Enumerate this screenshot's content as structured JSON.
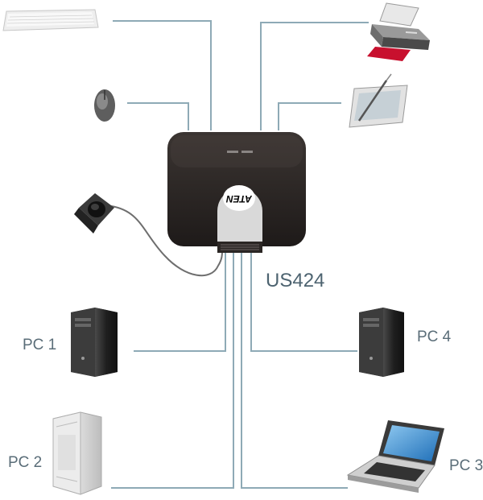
{
  "device": {
    "model_label": "US424",
    "logo_text": "ATEN"
  },
  "computers": {
    "pc1": "PC 1",
    "pc2": "PC 2",
    "pc3": "PC 3",
    "pc4": "PC 4"
  },
  "colors": {
    "cable": "#8eaab6",
    "device_body": "#2b2624",
    "label_text": "#5a6d78"
  }
}
